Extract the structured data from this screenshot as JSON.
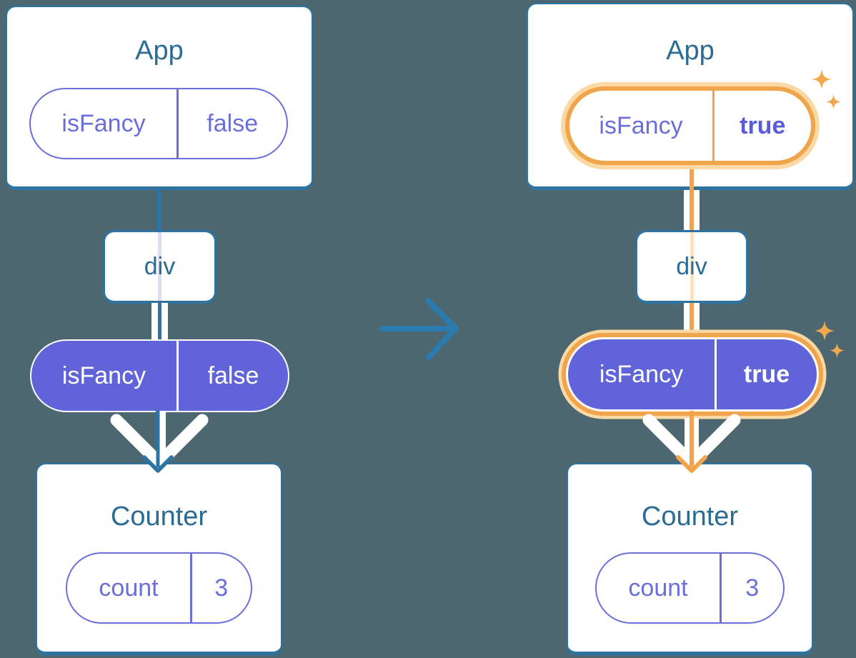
{
  "colors": {
    "background": "#4C6770",
    "stroke": "#2E74A2",
    "title": "#2B6C95",
    "arrow": "#2B7AB0",
    "purple": "#6B6FDB",
    "purple_fill": "#6164D8",
    "purple_bold": "#585CD9",
    "orange": "#F0A44C",
    "orange_light": "#FAD9A4",
    "sparkle": "#F2A94D",
    "lavender": "#D7DEF4",
    "peach": "#FAE3C2"
  },
  "left": {
    "app": {
      "title": "App",
      "prop_key": "isFancy",
      "prop_value": "false"
    },
    "div_label": "div",
    "state": {
      "key": "isFancy",
      "value": "false"
    },
    "counter": {
      "title": "Counter",
      "state_key": "count",
      "state_value": "3"
    }
  },
  "right": {
    "app": {
      "title": "App",
      "prop_key": "isFancy",
      "prop_value": "true"
    },
    "div_label": "div",
    "state": {
      "key": "isFancy",
      "value": "true"
    },
    "counter": {
      "title": "Counter",
      "state_key": "count",
      "state_value": "3"
    }
  },
  "icons": {
    "transition_arrow": "right-arrow",
    "sparkles": "sparkle",
    "flow_arrow": "down-chevron-arrow"
  }
}
